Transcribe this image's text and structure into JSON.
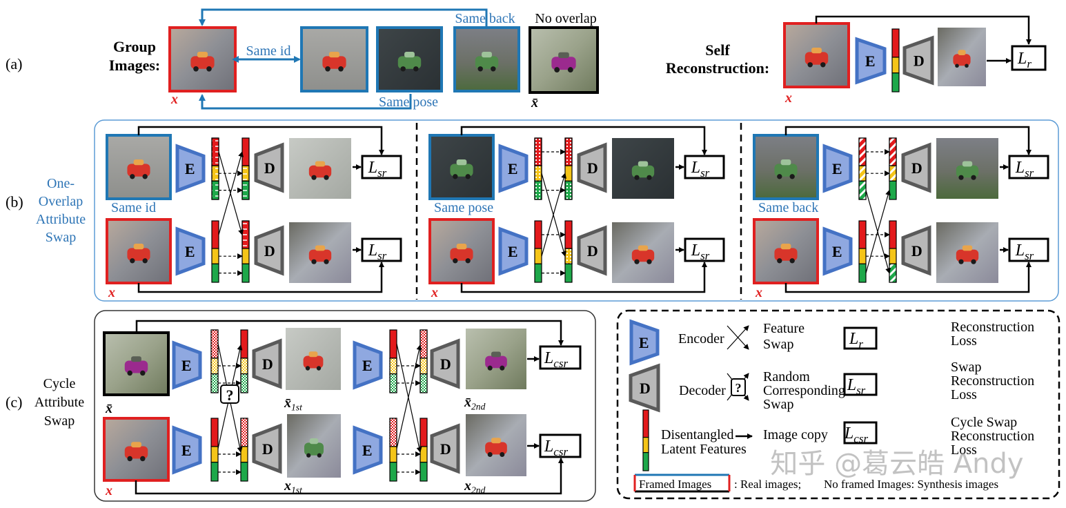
{
  "colors": {
    "real_frame_red": "#e02020",
    "related_frame_blue": "#1f77b4",
    "label_blue": "#2e75b6",
    "encoder_fill": "#8fa8e0",
    "encoder_stroke": "#4472c4",
    "decoder_fill": "#b8b8b8",
    "decoder_stroke": "#5a5a5a",
    "feat_red": "#e31a1c",
    "feat_yellow": "#f5c518",
    "feat_green": "#1ea84a",
    "panel_b_border": "#5b9bd5"
  },
  "section_a": {
    "label": "(a)",
    "group_title_line1": "Group",
    "group_title_line2": "Images:",
    "same_id": "Same id",
    "same_pose": "Same pose",
    "same_back": "Same back",
    "no_overlap": "No overlap",
    "x_label": "x",
    "xbar_label": "x̄",
    "self_title_line1": "Self",
    "self_title_line2": "Reconstruction:",
    "encoder_letter": "E",
    "decoder_letter": "D",
    "loss_r": "L",
    "loss_r_sub": "r"
  },
  "section_b": {
    "label": "(b)",
    "title_lines": [
      "One-",
      "Overlap",
      "Attribute",
      "Swap"
    ],
    "columns": [
      {
        "partner_label": "Same id",
        "swap": "identity"
      },
      {
        "partner_label": "Same pose",
        "swap": "pose"
      },
      {
        "partner_label": "Same back",
        "swap": "background"
      }
    ],
    "x_label": "x",
    "encoder_letter": "E",
    "decoder_letter": "D",
    "loss": "L",
    "loss_sub": "sr"
  },
  "section_c": {
    "label": "(c)",
    "title_lines": [
      "Cycle",
      "Attribute",
      "Swap"
    ],
    "xbar_label": "x̄",
    "x_label": "x",
    "xbar_1st": "x̄",
    "xbar_1st_sub": "1st",
    "x_1st": "x",
    "x_1st_sub": "1st",
    "xbar_2nd": "x̄",
    "xbar_2nd_sub": "2nd",
    "x_2nd": "x",
    "x_2nd_sub": "2nd",
    "random_swap_glyph": "?",
    "encoder_letter": "E",
    "decoder_letter": "D",
    "loss": "L",
    "loss_sub": "csr"
  },
  "legend": {
    "encoder": "Encoder",
    "decoder": "Decoder",
    "features_line1": "Disentangled",
    "features_line2": "Latent Features",
    "feature_swap_line1": "Feature",
    "feature_swap_line2": "Swap",
    "random_swap_lines": [
      "Random",
      "Corresponding",
      "Swap"
    ],
    "image_copy": "Image copy",
    "loss_r_desc_lines": [
      "Reconstruction",
      "Loss"
    ],
    "loss_sr_desc_lines": [
      "Swap",
      "Reconstruction",
      "Loss"
    ],
    "loss_csr_desc_lines": [
      "Cycle Swap",
      "Reconstruction",
      "Loss"
    ],
    "framed_images": "Framed Images",
    "framed_desc": ": Real images;",
    "no_framed_desc": "No framed Images: Synthesis images",
    "L": "L",
    "r": "r",
    "sr": "sr",
    "csr": "csr"
  },
  "watermark": "知乎 @葛云皓 Andy"
}
